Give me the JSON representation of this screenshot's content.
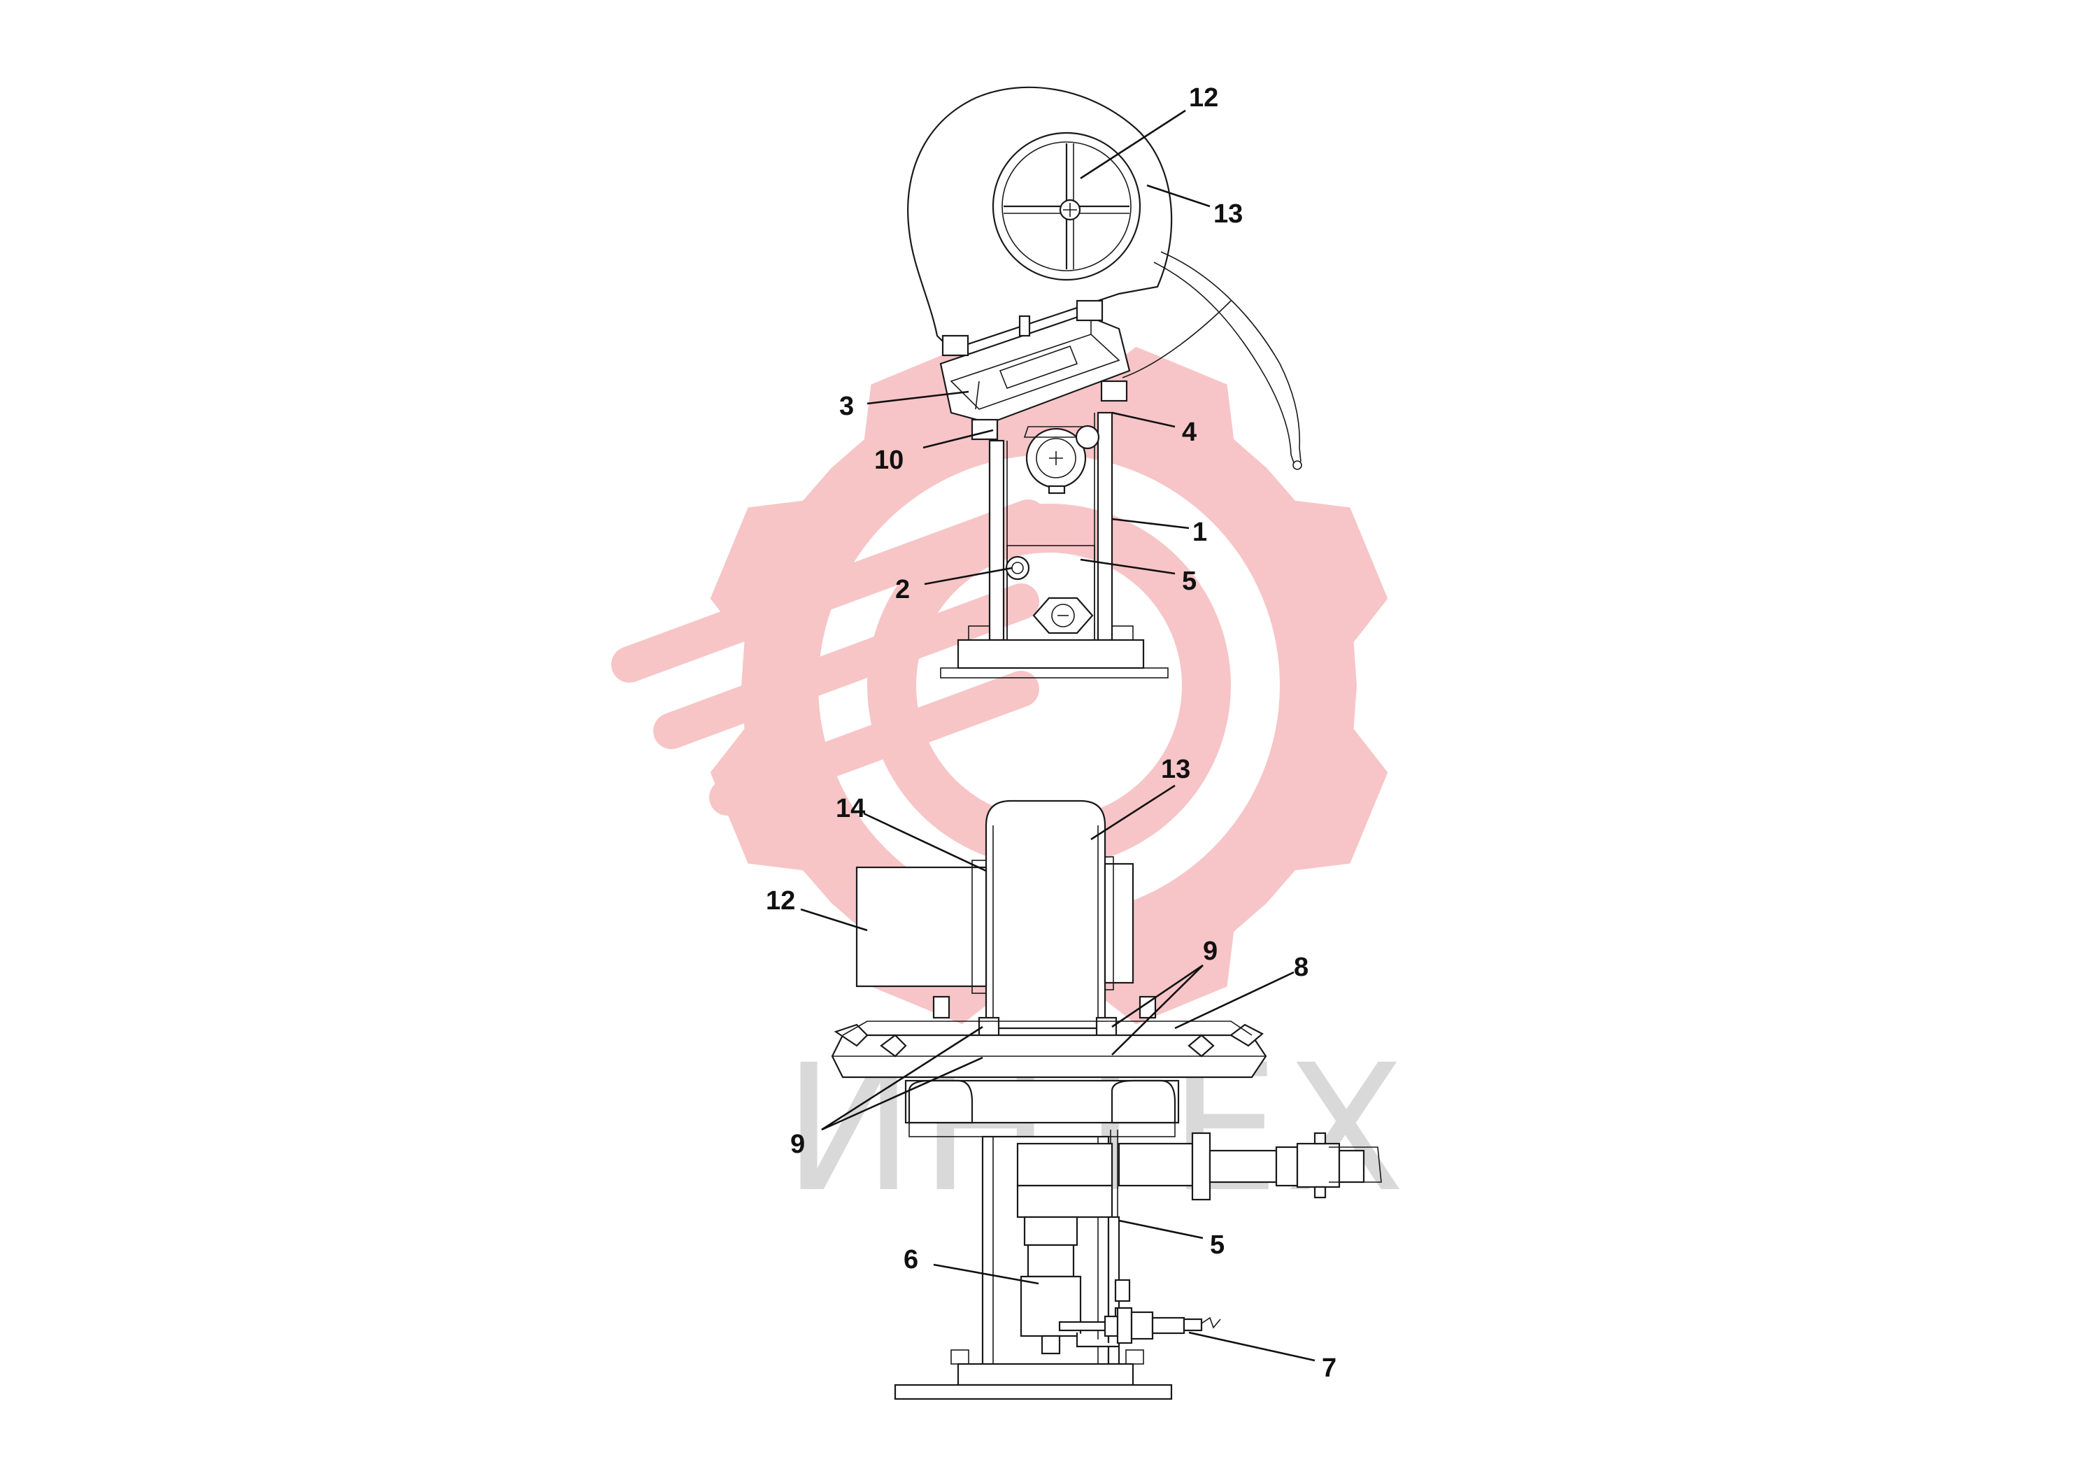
{
  "colors": {
    "watermark_red": "#f7c2c4",
    "watermark_grey": "#d9d9d9",
    "line": "#1a1a1a"
  },
  "watermark": {
    "logo_icon": "gear-flame-logo-icon",
    "text": "ИНТЕХ"
  },
  "callouts": {
    "top_view": [
      {
        "id": "c-top-12",
        "label": "12"
      },
      {
        "id": "c-top-13",
        "label": "13"
      },
      {
        "id": "c-top-3",
        "label": "3"
      },
      {
        "id": "c-top-4",
        "label": "4"
      },
      {
        "id": "c-top-10",
        "label": "10"
      },
      {
        "id": "c-top-1",
        "label": "1"
      },
      {
        "id": "c-top-2",
        "label": "2"
      },
      {
        "id": "c-top-5",
        "label": "5"
      }
    ],
    "side_view": [
      {
        "id": "c-side-13",
        "label": "13"
      },
      {
        "id": "c-side-14",
        "label": "14"
      },
      {
        "id": "c-side-12",
        "label": "12"
      },
      {
        "id": "c-side-9a",
        "label": "9"
      },
      {
        "id": "c-side-8",
        "label": "8"
      },
      {
        "id": "c-side-9b",
        "label": "9"
      },
      {
        "id": "c-side-5",
        "label": "5"
      },
      {
        "id": "c-side-6",
        "label": "6"
      },
      {
        "id": "c-side-7",
        "label": "7"
      }
    ]
  }
}
